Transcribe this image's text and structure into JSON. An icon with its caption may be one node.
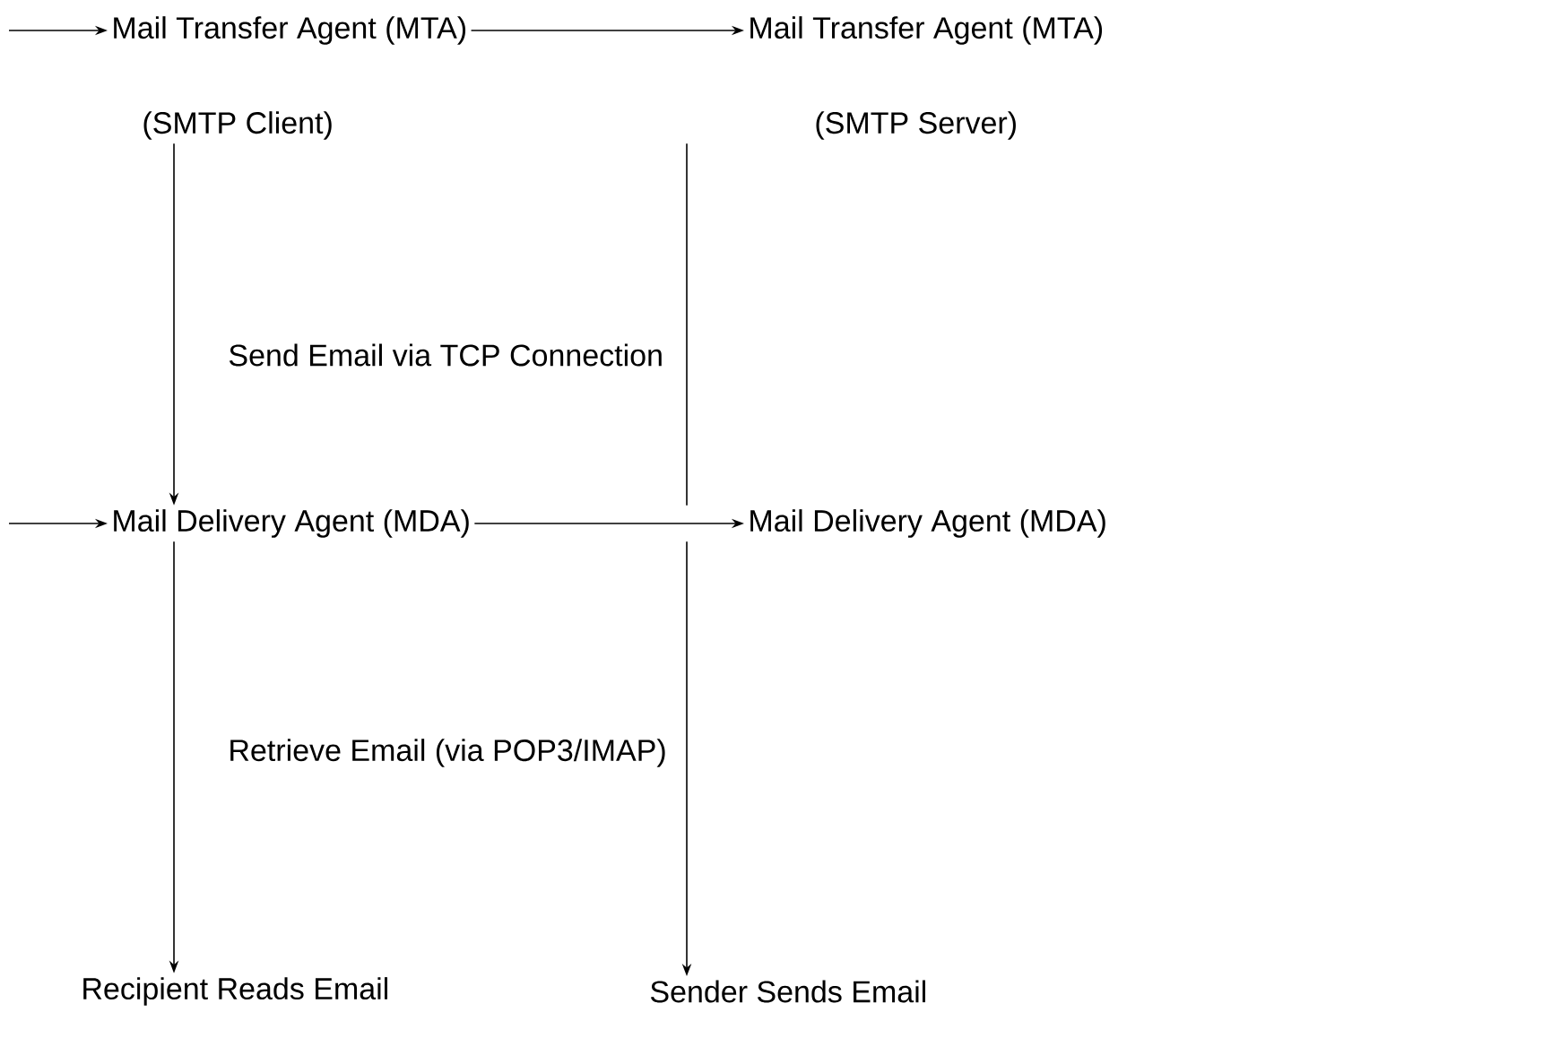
{
  "diagram": {
    "nodes": [
      {
        "text": [
          "Mail Transfer Agent (MTA)"
        ],
        "beside": [
          "(SMTP Client)"
        ]
      },
      {
        "text": [
          "Mail Transfer Agent (MTA)"
        ],
        "beside": [
          "(SMTP Server)"
        ]
      },
      {
        "text": [
          "Mail Delivery Agent (MDA)"
        ]
      },
      {
        "text": [
          "Mail Delivery Agent (MDA)"
        ]
      },
      {
        "text": [
          "Recipient Reads Email"
        ]
      },
      {
        "text": [
          "Sender Sends Email"
        ]
      }
    ],
    "edges": [
      {
        "from": null,
        "to": 0,
        "arrow": "to"
      },
      {
        "from": 0,
        "to": 1,
        "arrow": "to"
      },
      {
        "from": 0,
        "to": 2,
        "arrow": "to",
        "label": "Send Email via TCP Connection"
      },
      {
        "from": 1,
        "to": 3,
        "arrow": "none"
      },
      {
        "from": null,
        "to": 2,
        "arrow": "to"
      },
      {
        "from": 2,
        "to": 3,
        "arrow": "to"
      },
      {
        "from": 2,
        "to": 4,
        "arrow": "to",
        "label": "Retrieve Email (via POP3/IMAP)"
      },
      {
        "from": 3,
        "to": 5,
        "arrow": "to"
      }
    ]
  }
}
